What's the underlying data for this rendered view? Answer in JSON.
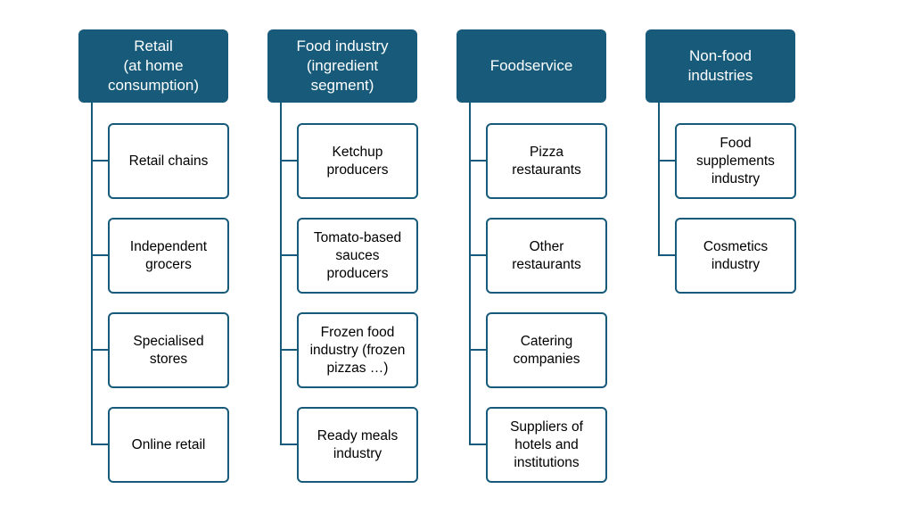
{
  "diagram": {
    "columns": [
      {
        "header": "Retail\n(at home\nconsumption)",
        "children": [
          "Retail chains",
          "Independent\ngrocers",
          "Specialised\nstores",
          "Online retail"
        ]
      },
      {
        "header": "Food industry\n(ingredient\nsegment)",
        "children": [
          "Ketchup\nproducers",
          "Tomato-based\nsauces\nproducers",
          "Frozen food\nindustry (frozen\npizzas …)",
          "Ready meals\nindustry"
        ]
      },
      {
        "header": "Foodservice",
        "children": [
          "Pizza\nrestaurants",
          "Other\nrestaurants",
          "Catering\ncompanies",
          "Suppliers of\nhotels and\ninstitutions"
        ]
      },
      {
        "header": "Non-food\nindustries",
        "children": [
          "Food\nsupplements\nindustry",
          "Cosmetics\nindustry"
        ]
      }
    ],
    "colors": {
      "header_fill": "#175a7a",
      "header_text": "#ffffff",
      "box_border": "#175a7a",
      "connector": "#175a7a"
    }
  }
}
